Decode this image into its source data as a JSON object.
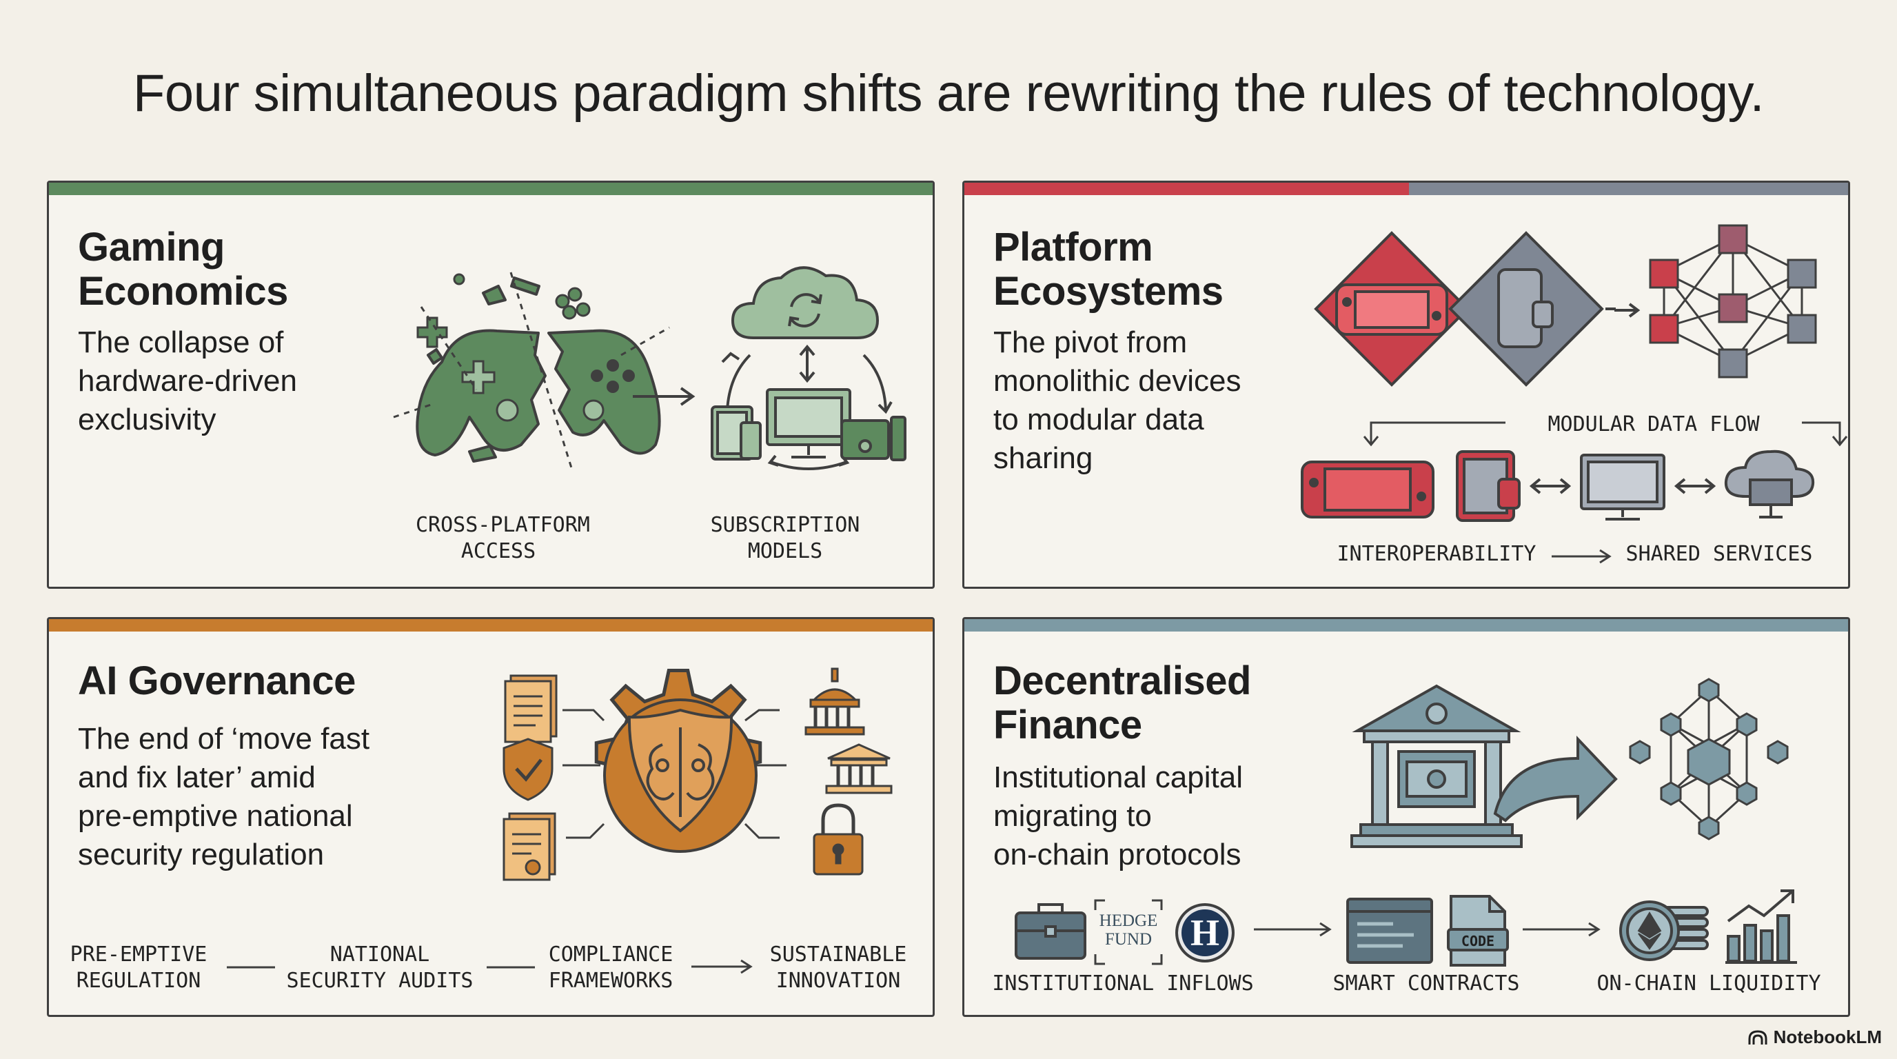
{
  "title": "Four simultaneous paradigm shifts are rewriting the rules of technology.",
  "colors": {
    "green": "#5d8a5e",
    "green_light": "#9fbf9f",
    "red": "#c9404b",
    "slate": "#7f8794",
    "orange": "#c77c2e",
    "blue_gray": "#7d9aa4",
    "mauve": "#9e5c6e",
    "outline": "#3f3f3f"
  },
  "panels": {
    "gaming": {
      "title_line1": "Gaming",
      "title_line2": "Economics",
      "sub_line1": "The collapse of",
      "sub_line2": "hardware-driven",
      "sub_line3": "exclusivity",
      "label1_line1": "CROSS-PLATFORM",
      "label1_line2": "ACCESS",
      "label2_line1": "SUBSCRIPTION",
      "label2_line2": "MODELS"
    },
    "platform": {
      "title_line1": "Platform",
      "title_line2": "Ecosystems",
      "sub_line1": "The pivot from",
      "sub_line2": "monolithic devices",
      "sub_line3": "to modular data",
      "sub_line4": "sharing",
      "flow_label": "MODULAR DATA FLOW",
      "label_interop": "INTEROPERABILITY",
      "label_shared": "SHARED SERVICES"
    },
    "ai": {
      "title": "AI Governance",
      "sub_line1": "The end of ‘move fast",
      "sub_line2": "and fix later’ amid",
      "sub_line3": "pre-emptive national",
      "sub_line4": "security regulation",
      "step1_line1": "PRE-EMPTIVE",
      "step1_line2": "REGULATION",
      "step2_line1": "NATIONAL",
      "step2_line2": "SECURITY AUDITS",
      "step3_line1": "COMPLIANCE",
      "step3_line2": "FRAMEWORKS",
      "step4_line1": "SUSTAINABLE",
      "step4_line2": "INNOVATION"
    },
    "defi": {
      "title_line1": "Decentralised",
      "title_line2": "Finance",
      "sub_line1": "Institutional capital",
      "sub_line2": "migrating to",
      "sub_line3": "on-chain protocols",
      "hedge_line1": "HEDGE",
      "hedge_line2": "FUND",
      "h_badge": "H",
      "code_badge": "CODE",
      "label_inflows": "INSTITUTIONAL INFLOWS",
      "label_contracts": "SMART CONTRACTS",
      "label_liquidity": "ON-CHAIN LIQUIDITY"
    }
  },
  "brand": "NotebookLM"
}
